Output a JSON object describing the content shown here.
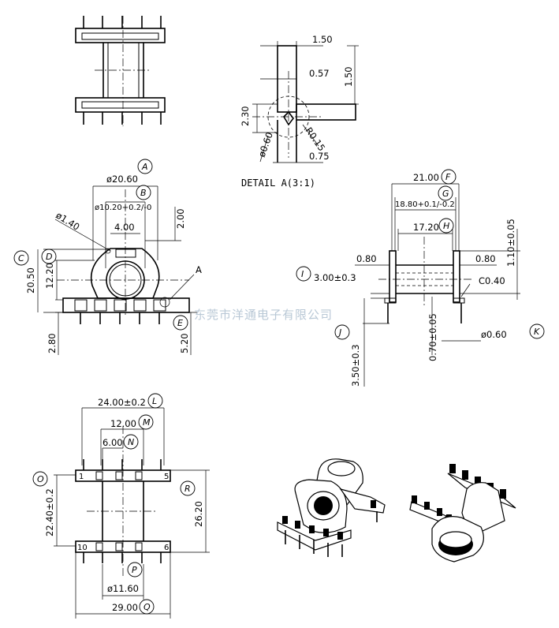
{
  "watermark": "东莞市洋通电子有限公司",
  "detail": {
    "caption": "DETAIL A(3:1)",
    "dim_width": "1.50",
    "dim_slot": "0.57",
    "dim_height": "1.50",
    "dim_depth": "2.30",
    "dim_radius": "R0.15",
    "dim_hole": "ø0.60",
    "dim_offset": "0.75"
  },
  "front_view": {
    "dim_A": "ø20.60",
    "dim_B": "ø10.20+0.2/-0",
    "dim_pin_hole": "ø1.40",
    "dim_slot": "4.00",
    "dim_top": "2.00",
    "dim_C": "20.50",
    "dim_D": "12.20",
    "dim_base": "2.80",
    "dim_E": "5.20",
    "detail_marker": "A"
  },
  "side_view": {
    "dim_F": "21.00",
    "dim_G": "18.80+0.1/-0.2",
    "dim_H": "17.20",
    "dim_left_flange": "0.80",
    "dim_right_flange": "0.80",
    "dim_1_10": "1.10±0.05",
    "dim_I": "3.00±0.3",
    "dim_chamfer": "C0.40",
    "dim_J": "3.50±0.3",
    "dim_0_70": "0.70±0.05",
    "dim_K": "ø0.60"
  },
  "bottom_view": {
    "dim_L": "24.00±0.2",
    "dim_M": "12.00",
    "dim_N": "6.00",
    "dim_O": "22.40±0.2",
    "dim_R": "26.20",
    "dim_P": "ø11.60",
    "dim_Q": "29.00",
    "pin_label_1": "1",
    "pin_label_5": "5",
    "pin_label_6": "6",
    "pin_label_10": "10"
  },
  "bubbles": {
    "A": "A",
    "B": "B",
    "C": "C",
    "D": "D",
    "E": "E",
    "F": "F",
    "G": "G",
    "H": "H",
    "I": "I",
    "J": "J",
    "K": "K",
    "L": "L",
    "M": "M",
    "N": "N",
    "O": "O",
    "P": "P",
    "Q": "Q",
    "R": "R"
  }
}
